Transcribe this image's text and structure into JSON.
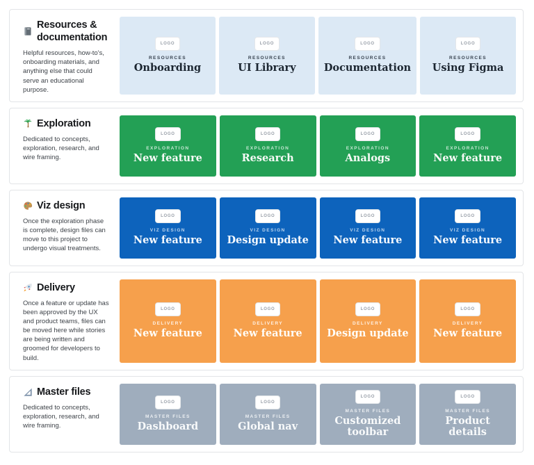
{
  "logo_chip_label": "LOGO",
  "sections": [
    {
      "heading": "Resources & documentation",
      "icon": "book-icon",
      "description": "Helpful resources, how-to's, onboarding materials, and anything else that could serve an educational purpose.",
      "category_label": "RESOURCES",
      "colors": {
        "card_bg": "#dce9f5",
        "label": "#36414e",
        "title": "#1c2631"
      },
      "cards": [
        {
          "title": "Onboarding"
        },
        {
          "title": "UI Library"
        },
        {
          "title": "Documentation"
        },
        {
          "title": "Using Figma"
        }
      ]
    },
    {
      "heading": "Exploration",
      "icon": "palm-tree-icon",
      "description": "Dedicated to concepts, exploration, research, and wire framing.",
      "category_label": "EXPLORATION",
      "colors": {
        "card_bg": "#23a055",
        "label": "rgba(255,255,255,0.75)",
        "title": "#f6faf6"
      },
      "cards": [
        {
          "title": "New feature"
        },
        {
          "title": "Research"
        },
        {
          "title": "Analogs"
        },
        {
          "title": "New feature"
        }
      ]
    },
    {
      "heading": "Viz design",
      "icon": "palette-icon",
      "description": "Once the exploration phase is complete, design files can move to this project to undergo visual treatments.",
      "category_label": "VIZ DESIGN",
      "colors": {
        "card_bg": "#0d63bc",
        "label": "rgba(255,255,255,0.72)",
        "title": "#f6faff"
      },
      "cards": [
        {
          "title": "New feature"
        },
        {
          "title": "Design update"
        },
        {
          "title": "New feature"
        },
        {
          "title": "New feature"
        }
      ]
    },
    {
      "heading": "Delivery",
      "icon": "rocket-icon",
      "description": "Once a feature or update has been approved by the UX and product teams, files can be moved here while stories are being written and groomed for developers to build.",
      "category_label": "DELIVERY",
      "colors": {
        "card_bg": "#f6a04c",
        "label": "rgba(255,255,255,0.85)",
        "title": "#fffdf8"
      },
      "cards": [
        {
          "title": "New feature"
        },
        {
          "title": "New feature"
        },
        {
          "title": "Design update"
        },
        {
          "title": "New feature"
        }
      ]
    },
    {
      "heading": "Master files",
      "icon": "ruler-icon",
      "description": "Dedicated to concepts, exploration, research, and wire framing.",
      "category_label": "MASTER FILES",
      "colors": {
        "card_bg": "#9fadbd",
        "label": "rgba(255,255,255,0.8)",
        "title": "#f8fafb"
      },
      "cards": [
        {
          "title": "Dashboard"
        },
        {
          "title": "Global nav"
        },
        {
          "title": "Customized toolbar"
        },
        {
          "title": "Product details"
        }
      ]
    }
  ]
}
